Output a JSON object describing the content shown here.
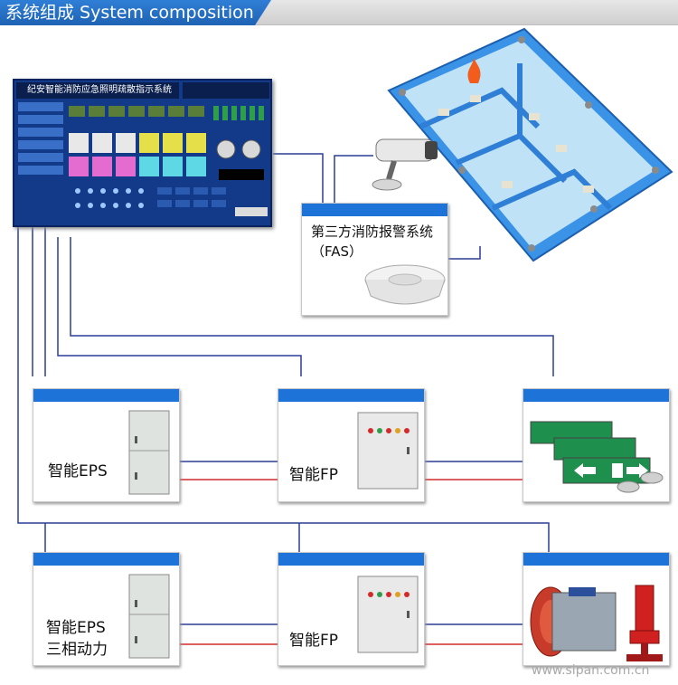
{
  "header": {
    "title": "系统组成 System composition"
  },
  "monitor": {
    "title": "纪安智能消防应急照明疏散指示系统"
  },
  "fas": {
    "line1": "第三方消防报警系统",
    "line2": "（FAS）"
  },
  "devices": {
    "eps": "智能EPS",
    "fp_top": "智能FP",
    "eps_3phase_line1": "智能EPS",
    "eps_3phase_line2": "三相动力",
    "fp_bottom": "智能FP"
  },
  "watermark": "www.sipan.com.cn",
  "colors": {
    "accent_blue": "#1e73d8",
    "wire_blue": "#2a3f9a",
    "wire_red": "#d42a2a",
    "floor_blue": "#2f8be0"
  }
}
